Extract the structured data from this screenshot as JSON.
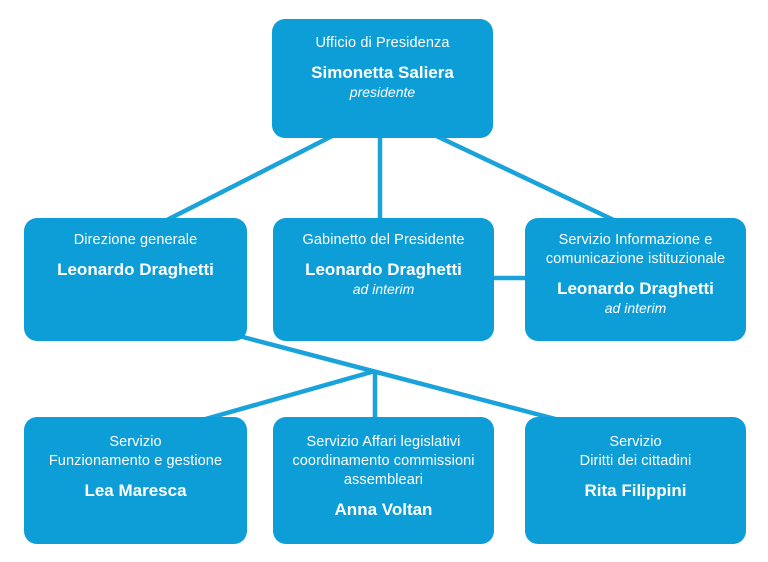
{
  "palette": {
    "page_bg": "#ffffff",
    "box_fill": "#0d9ed8",
    "connector": "#1aa2da",
    "text": "#ffffff"
  },
  "org_chart": {
    "type": "org-tree",
    "nodes": [
      {
        "title_lines": [
          "Ufficio di Presidenza"
        ],
        "person": "Simonetta Saliera",
        "role_note": "presidente"
      },
      {
        "title_lines": [
          "Direzione generale"
        ],
        "person": "Leonardo Draghetti",
        "role_note": ""
      },
      {
        "title_lines": [
          "Gabinetto del Presidente"
        ],
        "person": "Leonardo Draghetti",
        "role_note": "ad interim"
      },
      {
        "title_lines": [
          "Servizio Informazione e",
          "comunicazione istituzionale"
        ],
        "person": "Leonardo Draghetti",
        "role_note": "ad interim"
      },
      {
        "title_lines": [
          "Servizio",
          "Funzionamento e gestione"
        ],
        "person": "Lea Maresca",
        "role_note": ""
      },
      {
        "title_lines": [
          "Servizio Affari legislativi",
          "coordinamento commissioni",
          "assembleari"
        ],
        "person": "Anna Voltan",
        "role_note": ""
      },
      {
        "title_lines": [
          "Servizio",
          "Diritti dei cittadini"
        ],
        "person": "Rita Filippini",
        "role_note": ""
      }
    ],
    "edges": [
      {
        "from": "Ufficio di Presidenza",
        "to": "Direzione generale"
      },
      {
        "from": "Ufficio di Presidenza",
        "to": "Gabinetto del Presidente"
      },
      {
        "from": "Ufficio di Presidenza",
        "to": "Servizio Informazione e comunicazione istituzionale"
      },
      {
        "from": "Gabinetto del Presidente",
        "to": "Servizio Informazione e comunicazione istituzionale"
      },
      {
        "from": "Direzione generale",
        "to": "Servizio Funzionamento e gestione"
      },
      {
        "from": "Direzione generale",
        "to": "Servizio Affari legislativi coordinamento commissioni assembleari"
      },
      {
        "from": "Direzione generale",
        "to": "Servizio Diritti dei cittadini"
      }
    ]
  }
}
